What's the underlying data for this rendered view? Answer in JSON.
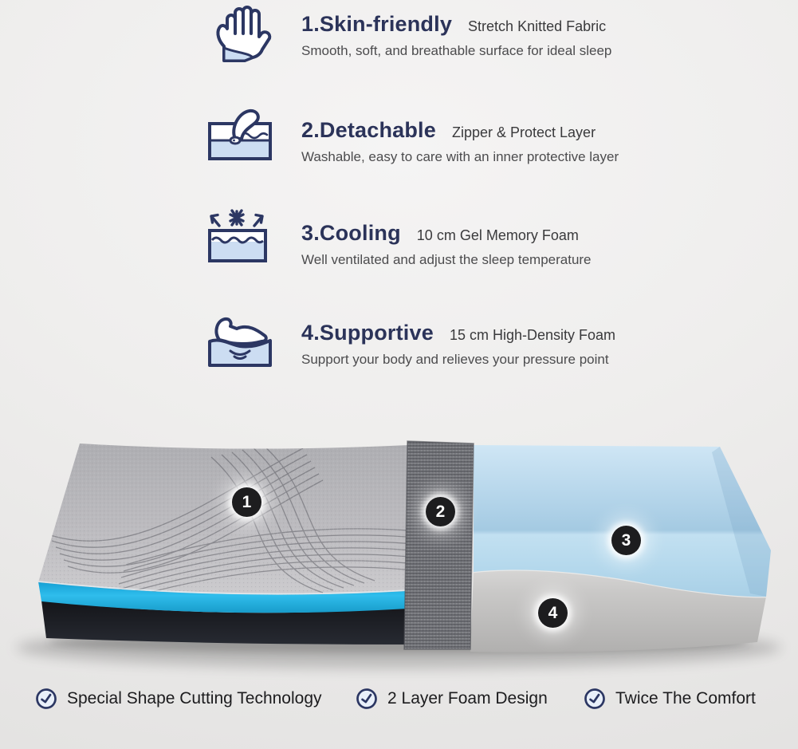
{
  "features": [
    {
      "icon": "hand-icon",
      "title": "1.Skin-friendly",
      "subtitle": "Stretch Knitted Fabric",
      "description": "Smooth, soft, and breathable surface for ideal sleep"
    },
    {
      "icon": "zipper-layer-icon",
      "title": "2.Detachable",
      "subtitle": "Zipper & Protect Layer",
      "description": "Washable, easy to care with an inner protective layer"
    },
    {
      "icon": "cooling-icon",
      "title": "3.Cooling",
      "subtitle": "10 cm Gel Memory Foam",
      "description": "Well ventilated and adjust the sleep temperature"
    },
    {
      "icon": "support-recliner-icon",
      "title": "4.Supportive",
      "subtitle": "15 cm High-Density Foam",
      "description": "Support your body and relieves your pressure point"
    }
  ],
  "diagram": {
    "badges": [
      {
        "label": "1"
      },
      {
        "label": "2"
      },
      {
        "label": "3"
      },
      {
        "label": "4"
      }
    ],
    "colors": {
      "knitted_fabric": "#bcbbbf",
      "accent_stripe": "#2ab5e6",
      "base_band": "#1c1e24",
      "protect_layer": "#6f7074",
      "gel_memory_foam": "#b3d7ec",
      "high_density_foam": "#c0bfbe"
    }
  },
  "footer": {
    "items": [
      {
        "icon": "check-circle-icon",
        "label": "Special Shape Cutting Technology"
      },
      {
        "icon": "check-circle-icon",
        "label": "2 Layer Foam Design"
      },
      {
        "icon": "check-circle-icon",
        "label": "Twice The Comfort"
      }
    ]
  },
  "colors": {
    "heading_navy": "#2b3359",
    "icon_navy": "#2c3763",
    "icon_fill_blue": "#ccddf2"
  }
}
